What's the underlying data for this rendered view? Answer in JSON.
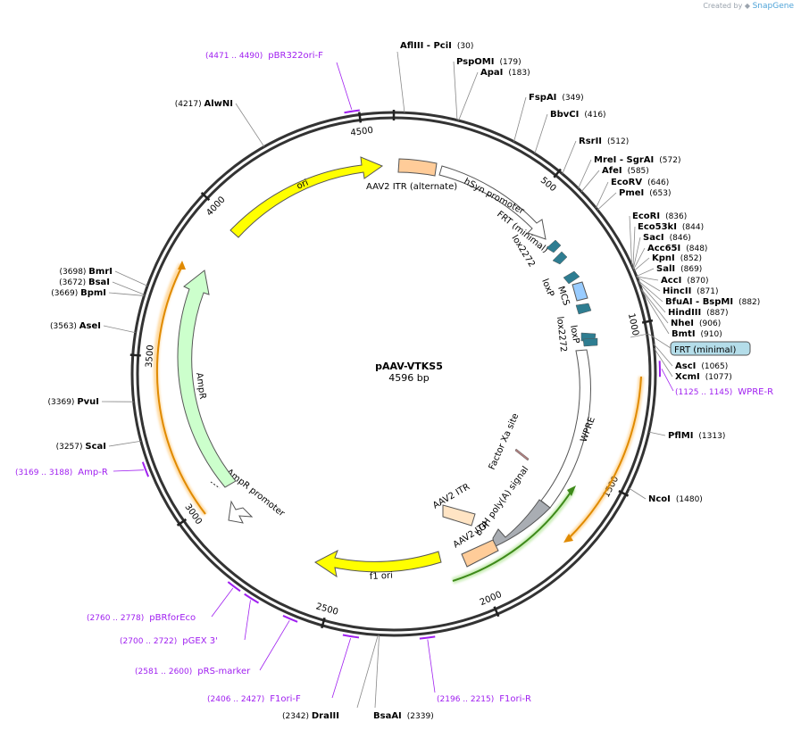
{
  "credit": {
    "prefix": "Created by",
    "brand": "SnapGene",
    "icon": "snapgene-logo-icon"
  },
  "plasmid": {
    "name": "pAAV-VTKS5",
    "length_label": "4596 bp",
    "length": 4596
  },
  "colors": {
    "ori": "#ffff00",
    "itr": "#ffcc99",
    "amp": "#ccffcc",
    "lox": "#2e7d91",
    "mcs": "#99ccff",
    "primer": "#a020f0",
    "polya": "#a9adb3",
    "orf": "#ff9f00"
  },
  "ticks": [
    {
      "pos": 500,
      "label": "500"
    },
    {
      "pos": 1000,
      "label": "1000"
    },
    {
      "pos": 1500,
      "label": "1500"
    },
    {
      "pos": 2000,
      "label": "2000"
    },
    {
      "pos": 2500,
      "label": "2500"
    },
    {
      "pos": 3000,
      "label": "3000"
    },
    {
      "pos": 3500,
      "label": "3500"
    },
    {
      "pos": 4000,
      "label": "4000"
    },
    {
      "pos": 4500,
      "label": "4500"
    }
  ],
  "enzymes": [
    {
      "name": "AflIII",
      "extra": "PciI",
      "pos": 30,
      "label": "(30)"
    },
    {
      "name": "PspOMI",
      "pos": 179,
      "label": "(179)"
    },
    {
      "name": "ApaI",
      "pos": 183,
      "label": "(183)"
    },
    {
      "name": "FspAI",
      "pos": 349,
      "label": "(349)"
    },
    {
      "name": "BbvCI",
      "pos": 416,
      "label": "(416)"
    },
    {
      "name": "RsrII",
      "pos": 512,
      "label": "(512)"
    },
    {
      "name": "MreI",
      "extra": "SgrAI",
      "pos": 572,
      "label": "(572)"
    },
    {
      "name": "AfeI",
      "pos": 585,
      "label": "(585)"
    },
    {
      "name": "EcoRV",
      "pos": 646,
      "label": "(646)"
    },
    {
      "name": "PmeI",
      "pos": 653,
      "label": "(653)"
    },
    {
      "name": "EcoRI",
      "pos": 836,
      "label": "(836)"
    },
    {
      "name": "Eco53kI",
      "pos": 844,
      "label": "(844)"
    },
    {
      "name": "SacI",
      "pos": 846,
      "label": "(846)"
    },
    {
      "name": "Acc65I",
      "pos": 848,
      "label": "(848)"
    },
    {
      "name": "KpnI",
      "pos": 852,
      "label": "(852)"
    },
    {
      "name": "SalI",
      "pos": 869,
      "label": "(869)"
    },
    {
      "name": "AccI",
      "pos": 870,
      "label": "(870)"
    },
    {
      "name": "HincII",
      "pos": 871,
      "label": "(871)"
    },
    {
      "name": "BfuAI",
      "extra": "BspMI",
      "pos": 882,
      "label": "(882)"
    },
    {
      "name": "HindIII",
      "pos": 887,
      "label": "(887)"
    },
    {
      "name": "NheI",
      "pos": 906,
      "label": "(906)"
    },
    {
      "name": "BmtI",
      "pos": 910,
      "label": "(910)"
    },
    {
      "name": "AscI",
      "pos": 1065,
      "label": "(1065)"
    },
    {
      "name": "XcmI",
      "pos": 1077,
      "label": "(1077)"
    },
    {
      "name": "PflMI",
      "pos": 1313,
      "label": "(1313)"
    },
    {
      "name": "NcoI",
      "pos": 1480,
      "label": "(1480)"
    },
    {
      "name": "BsaAI",
      "pos": 2339,
      "label": "(2339)"
    },
    {
      "name": "DraIII",
      "pos": 2342,
      "label": "(2342)"
    },
    {
      "name": "ScaI",
      "pos": 3257,
      "label": "(3257)"
    },
    {
      "name": "PvuI",
      "pos": 3369,
      "label": "(3369)"
    },
    {
      "name": "AseI",
      "pos": 3563,
      "label": "(3563)"
    },
    {
      "name": "BpmI",
      "pos": 3669,
      "label": "(3669)"
    },
    {
      "name": "BsaI",
      "pos": 3672,
      "label": "(3672)"
    },
    {
      "name": "BmrI",
      "pos": 3698,
      "label": "(3698)"
    },
    {
      "name": "AlwNI",
      "pos": 4217,
      "label": "(4217)"
    }
  ],
  "primers": [
    {
      "name": "pBR322ori-F",
      "range": "(4471 .. 4490)",
      "start": 4471,
      "end": 4490
    },
    {
      "name": "WPRE-R",
      "range": "(1125 .. 1145)",
      "start": 1125,
      "end": 1145
    },
    {
      "name": "Amp-R",
      "range": "(3169 .. 3188)",
      "start": 3169,
      "end": 3188
    },
    {
      "name": "pBRforEco",
      "range": "(2760 .. 2778)",
      "start": 2760,
      "end": 2778
    },
    {
      "name": "pGEX 3'",
      "range": "(2700 .. 2722)",
      "start": 2700,
      "end": 2722
    },
    {
      "name": "pRS-marker",
      "range": "(2581 .. 2600)",
      "start": 2581,
      "end": 2600
    },
    {
      "name": "F1ori-F",
      "range": "(2406 .. 2427)",
      "start": 2406,
      "end": 2427
    },
    {
      "name": "F1ori-R",
      "range": "(2196 .. 2215)",
      "start": 2196,
      "end": 2215
    }
  ],
  "features": [
    {
      "name": "ori",
      "start": 3985,
      "end": 4574
    },
    {
      "name": "AAV2 ITR (alternate)",
      "start": 4586,
      "end": 140
    },
    {
      "name": "hSyn promoter",
      "start": 150,
      "end": 600
    },
    {
      "name": "FRT (minimal)",
      "start": 612,
      "end": 645
    },
    {
      "name": "lox2272",
      "start": 680,
      "end": 714
    },
    {
      "name": "loxP",
      "start": 760,
      "end": 793
    },
    {
      "name": "MCS",
      "start": 825,
      "end": 915
    },
    {
      "name": "loxP",
      "start": 935,
      "end": 968
    },
    {
      "name": "lox2272",
      "start": 985,
      "end": 1018
    },
    {
      "name": "FRT (minimal)",
      "start": 1030,
      "end": 1062
    },
    {
      "name": "WPRE",
      "start": 1090,
      "end": 1680
    },
    {
      "name": "Factor Xa site",
      "start": 1790,
      "end": 1800
    },
    {
      "name": "bGH poly(A) signal",
      "start": 1730,
      "end": 1955
    },
    {
      "name": "AAV2 ITR",
      "start": 1960,
      "end": 2090
    },
    {
      "name": "AAV2 ITR",
      "start": 2000,
      "end": 2140
    },
    {
      "name": "f1 ori",
      "start": 2180,
      "end": 2620
    },
    {
      "name": "AmpR promoter",
      "start": 2990,
      "end": 3095
    },
    {
      "name": "AmpR",
      "start": 3100,
      "end": 3960
    }
  ]
}
